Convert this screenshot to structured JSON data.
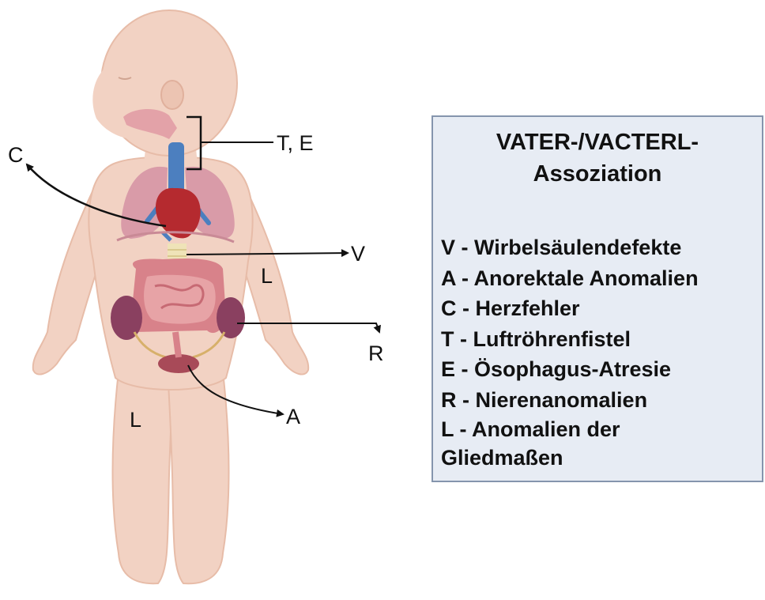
{
  "figure": {
    "labels": {
      "te": "T, E",
      "c": "C",
      "v": "V",
      "l_torso": "L",
      "r": "R",
      "l_leg": "L",
      "a": "A"
    }
  },
  "legend": {
    "title_line1": "VATER-/VACTERL-",
    "title_line2": "Assoziation",
    "items": [
      "V - Wirbelsäulendefekte",
      "A - Anorektale Anomalien",
      "C - Herzfehler",
      "T - Luftröhrenfistel",
      "E - Ösophagus-Atresie",
      "R - Nierenanomalien",
      "L - Anomalien der Gliedmaßen"
    ]
  },
  "colors": {
    "skin": "#f2d2c3",
    "skin_shade": "#e7bca8",
    "lung": "#d99ba8",
    "heart": "#b52a2f",
    "trachea": "#4c7fbf",
    "intestine": "#d8828a",
    "kidney": "#8a4060",
    "legend_bg": "#e7ecf4",
    "legend_border": "#8595ad"
  }
}
